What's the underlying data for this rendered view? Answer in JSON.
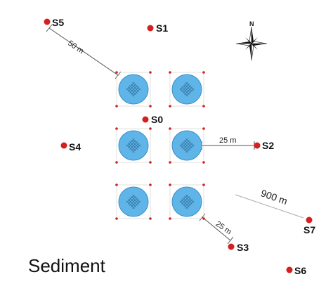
{
  "diagram": {
    "area_label": "Sediment",
    "north_label": "N",
    "stations": [
      {
        "id": "S1",
        "label": "S1"
      },
      {
        "id": "S2",
        "label": "S2"
      },
      {
        "id": "S3",
        "label": "S3"
      },
      {
        "id": "S4",
        "label": "S4"
      },
      {
        "id": "S5",
        "label": "S5"
      },
      {
        "id": "S6",
        "label": "S6"
      },
      {
        "id": "S7",
        "label": "S7"
      },
      {
        "id": "S0",
        "label": "S0"
      }
    ],
    "distances": {
      "s5_to_cage": "50 m",
      "cage_to_s2": "25 m",
      "cage_to_s3": "25 m",
      "to_s7": "900 m"
    },
    "colors": {
      "station_dot": "#d42020",
      "cage_fill": "#5fb4e8",
      "cage_stroke": "#3a8fc8",
      "net_hatch": "#2f6f9a",
      "anchor_dot": "#d42020"
    },
    "cage_count": 6
  }
}
